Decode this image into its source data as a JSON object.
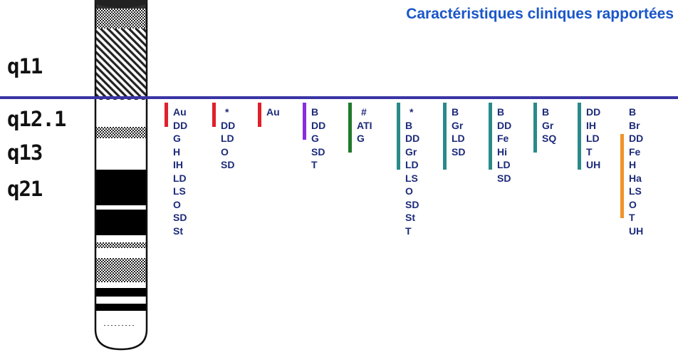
{
  "title": "Caractéristiques cliniques rapportées",
  "colors": {
    "title": "#1a56c8",
    "divider": "#3a35a6",
    "text": "#1c2a7a",
    "red": "#e0202a",
    "purple": "#8a2be2",
    "green": "#1f7a2a",
    "teal": "#2a8a8a",
    "orange": "#f0922a"
  },
  "band_labels": [
    "q11",
    "q12.1",
    "q13",
    "q21"
  ],
  "cases": [
    {
      "color": "red",
      "mark": "",
      "lines": [
        "Au",
        "DD",
        "G",
        "H",
        "IH",
        "LD",
        "LS",
        "O",
        "SD",
        "St"
      ]
    },
    {
      "color": "red",
      "mark": "*",
      "lines": [
        "DD",
        "LD",
        "O",
        "SD"
      ]
    },
    {
      "color": "red",
      "mark": "",
      "lines": [
        "Au"
      ]
    },
    {
      "color": "purple",
      "mark": "",
      "lines": [
        "B",
        "DD",
        "G",
        "SD",
        "T"
      ]
    },
    {
      "color": "green",
      "mark": "#",
      "lines": [
        "ATI",
        "G"
      ]
    },
    {
      "color": "teal",
      "mark": "*",
      "lines": [
        "B",
        "DD",
        "Gr",
        "LD",
        "LS",
        "O",
        "SD",
        "St",
        "T"
      ]
    },
    {
      "color": "teal",
      "mark": "",
      "lines": [
        "B",
        "Gr",
        "LD",
        "SD"
      ]
    },
    {
      "color": "teal",
      "mark": "",
      "lines": [
        "B",
        "DD",
        "Fe",
        "Hi",
        "LD",
        "SD"
      ]
    },
    {
      "color": "teal",
      "mark": "",
      "lines": [
        "B",
        "Gr",
        "SQ"
      ]
    },
    {
      "color": "teal",
      "mark": "",
      "lines": [
        "DD",
        "IH",
        "LD",
        "T",
        "UH"
      ]
    },
    {
      "color": "orange",
      "mark": "",
      "lines": [
        "B",
        "Br",
        "DD",
        "Fe",
        "H",
        "Ha",
        "LS",
        "O",
        "T",
        "UH"
      ]
    }
  ]
}
